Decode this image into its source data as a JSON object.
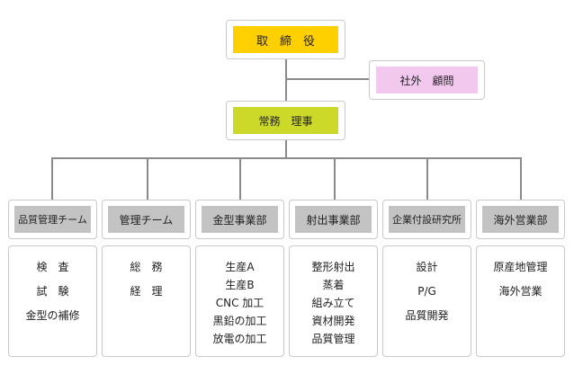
{
  "colors": {
    "top": "#ffd000",
    "advisor": "#f3c8ef",
    "executive": "#cdd928",
    "department": "#c3c3c3",
    "line": "#8a8a8a",
    "border": "#c9c9c9"
  },
  "top": {
    "label": "取　締　役"
  },
  "advisor": {
    "label": "社外　顧問"
  },
  "executive": {
    "label": "常務　理事"
  },
  "departments": [
    {
      "label": "品質管理チーム",
      "items": [
        "検　査",
        "試　験",
        "金型の補修"
      ]
    },
    {
      "label": "管理チーム",
      "items": [
        "総　務",
        "経　理"
      ]
    },
    {
      "label": "金型事業部",
      "items": [
        "生産A",
        "生産B",
        "CNC 加工",
        "黒鉛の加工",
        "放電の加工"
      ]
    },
    {
      "label": "射出事業部",
      "items": [
        "整形射出",
        "蒸着",
        "組み立て",
        "資材開発",
        "品質管理"
      ]
    },
    {
      "label": "企業付設研究所",
      "items": [
        "設計",
        "P/G",
        "品質開発"
      ]
    },
    {
      "label": "海外営業部",
      "items": [
        "原産地管理",
        "海外営業"
      ]
    }
  ]
}
